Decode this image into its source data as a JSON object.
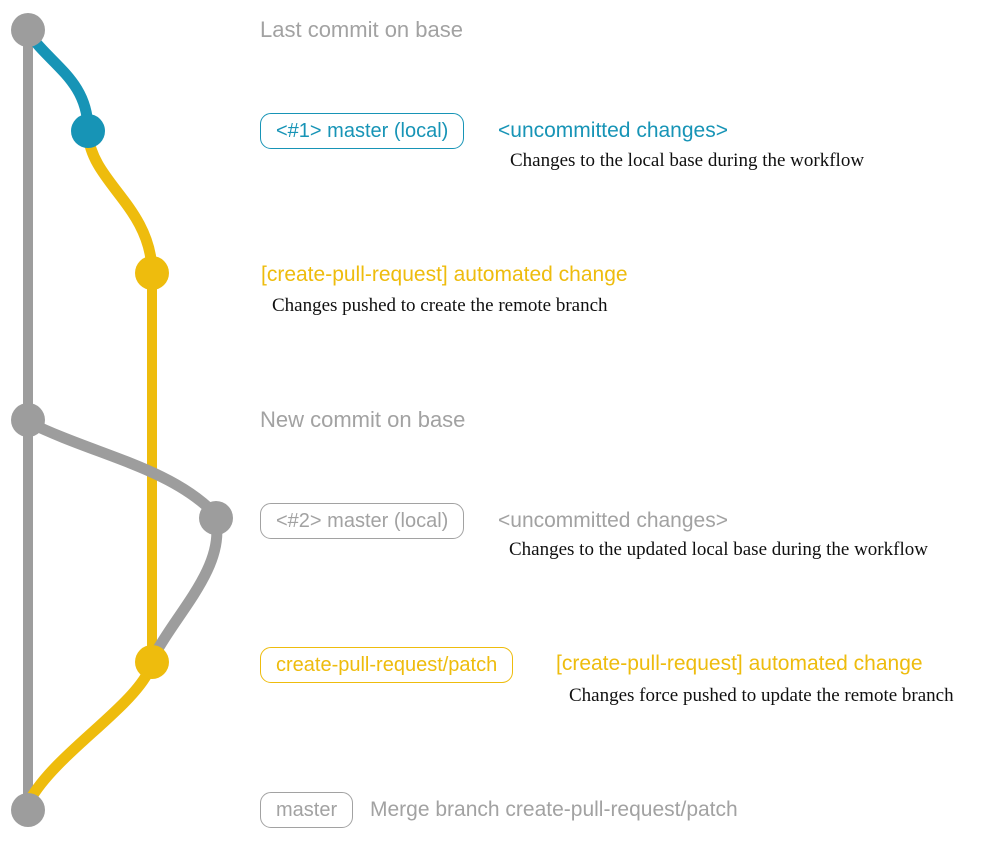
{
  "colors": {
    "gray": "#9d9d9d",
    "gray-text": "#a2a2a2",
    "teal": "#1794b6",
    "yellow": "#eebc0d",
    "desc": "#101010"
  },
  "rows": {
    "r1": {
      "label": "Last commit on base"
    },
    "r2": {
      "badge": "<#1> master (local)",
      "note": "<uncommitted changes>",
      "desc": "Changes to the local base during the workflow"
    },
    "r3": {
      "note": "[create-pull-request] automated change",
      "desc": "Changes pushed to create the remote branch"
    },
    "r4": {
      "label": "New commit on base"
    },
    "r5": {
      "badge": "<#2> master (local)",
      "note": "<uncommitted changes>",
      "desc": "Changes to the updated local base during the workflow"
    },
    "r6": {
      "badge": "create-pull-request/patch",
      "note": "[create-pull-request] automated change",
      "desc": "Changes force pushed to update the remote branch"
    },
    "r7": {
      "badge": "master",
      "label": "Merge branch create-pull-request/patch"
    }
  },
  "graph": {
    "branches": [
      "base (master)",
      "create-pull-request/patch"
    ],
    "commits": [
      {
        "name": "last-commit-on-base",
        "color": "gray"
      },
      {
        "name": "uncommitted-changes-1",
        "color": "teal"
      },
      {
        "name": "create-pull-request-automated-change-1",
        "color": "yellow"
      },
      {
        "name": "new-commit-on-base",
        "color": "gray"
      },
      {
        "name": "uncommitted-changes-2",
        "color": "gray"
      },
      {
        "name": "create-pull-request-automated-change-2",
        "color": "yellow"
      },
      {
        "name": "merge-commit",
        "color": "gray"
      }
    ]
  }
}
